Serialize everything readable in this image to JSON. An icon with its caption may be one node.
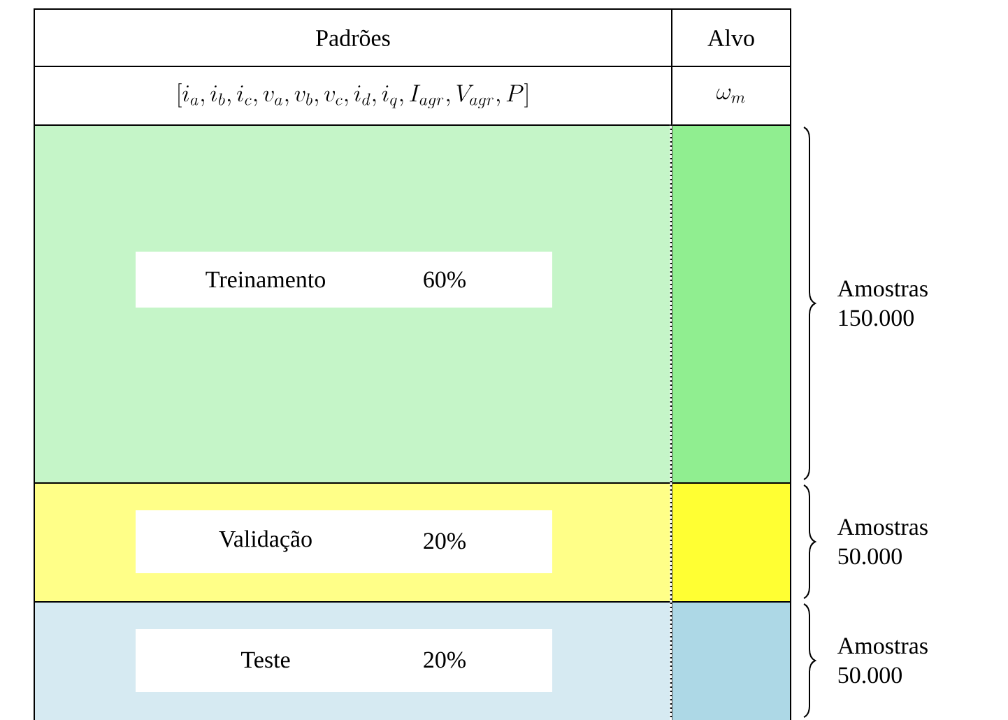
{
  "diagram": {
    "nodes": [
      {
        "text": [
          "Padrões"
        ]
      },
      {
        "text": [
          "Alvo"
        ]
      },
      {
        "text": [
          "[i_a, i_b, i_c, v_a, v_b, v_c, i_d, i_q, I_{agr}, V_{agr}, P]"
        ]
      },
      {
        "text": [
          "\\omega_m"
        ]
      },
      {
        "text": [
          "Treinamento",
          "60%"
        ]
      },
      {
        "text": [],
        "shape": "box"
      },
      {
        "text": [
          "Validação",
          "20%"
        ]
      },
      {
        "text": [],
        "shape": "box"
      },
      {
        "text": [
          "Teste",
          "20%"
        ]
      },
      {
        "text": [],
        "shape": "box"
      }
    ],
    "labels": [
      "Amostras 150.000",
      "Amostras 50.000",
      "Amostras 50.000"
    ]
  }
}
